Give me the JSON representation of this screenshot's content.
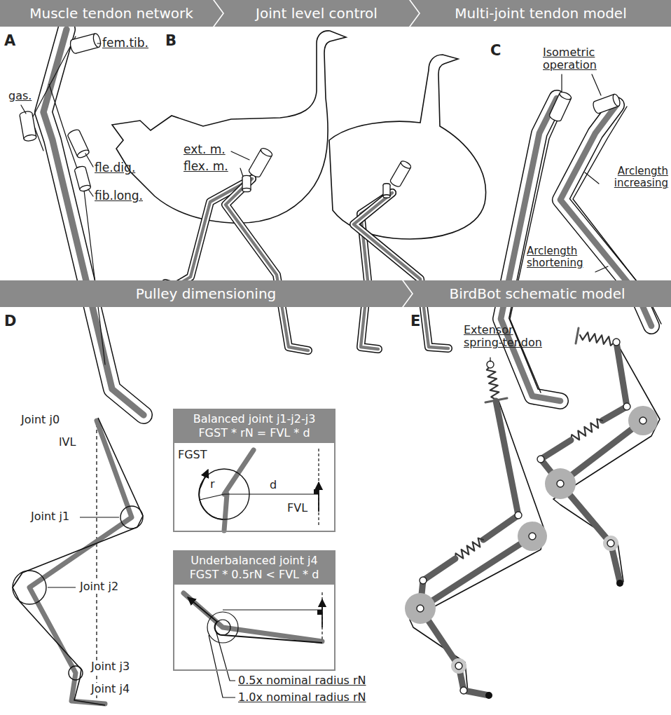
{
  "diagram": {
    "nodes": [
      {
        "text": [
          "Muscle tendon network"
        ]
      },
      {
        "text": [
          "Joint level control"
        ]
      },
      {
        "text": [
          "Multi-joint tendon model"
        ]
      },
      {
        "text": [
          "Pulley dimensioning"
        ]
      },
      {
        "text": [
          "BirdBot schematic model"
        ]
      },
      {
        "text": [
          "Balanced joint j1-j2-j3",
          "FGST * rN = FVL * d"
        ]
      },
      {
        "text": [
          "Underbalanced joint j4",
          "FGST * 0.5rN < FVL * d"
        ]
      }
    ],
    "labels": [
      "A",
      "fem.tib.",
      "gas.",
      "fle.dig.",
      "fib.long.",
      "B",
      "ext. m.",
      "flex. m.",
      "C",
      "Isometric operation",
      "Arclength increasing",
      "Arclength shortening",
      "D",
      "Joint j0",
      "lVL",
      "Joint j1",
      "Joint j2",
      "Joint j3",
      "Joint j4",
      "FGST",
      "r",
      "d",
      "FVL",
      "0.5x nominal radius rN",
      "1.0x nominal radius rN",
      "E",
      "Extensor spring-tendon"
    ]
  }
}
